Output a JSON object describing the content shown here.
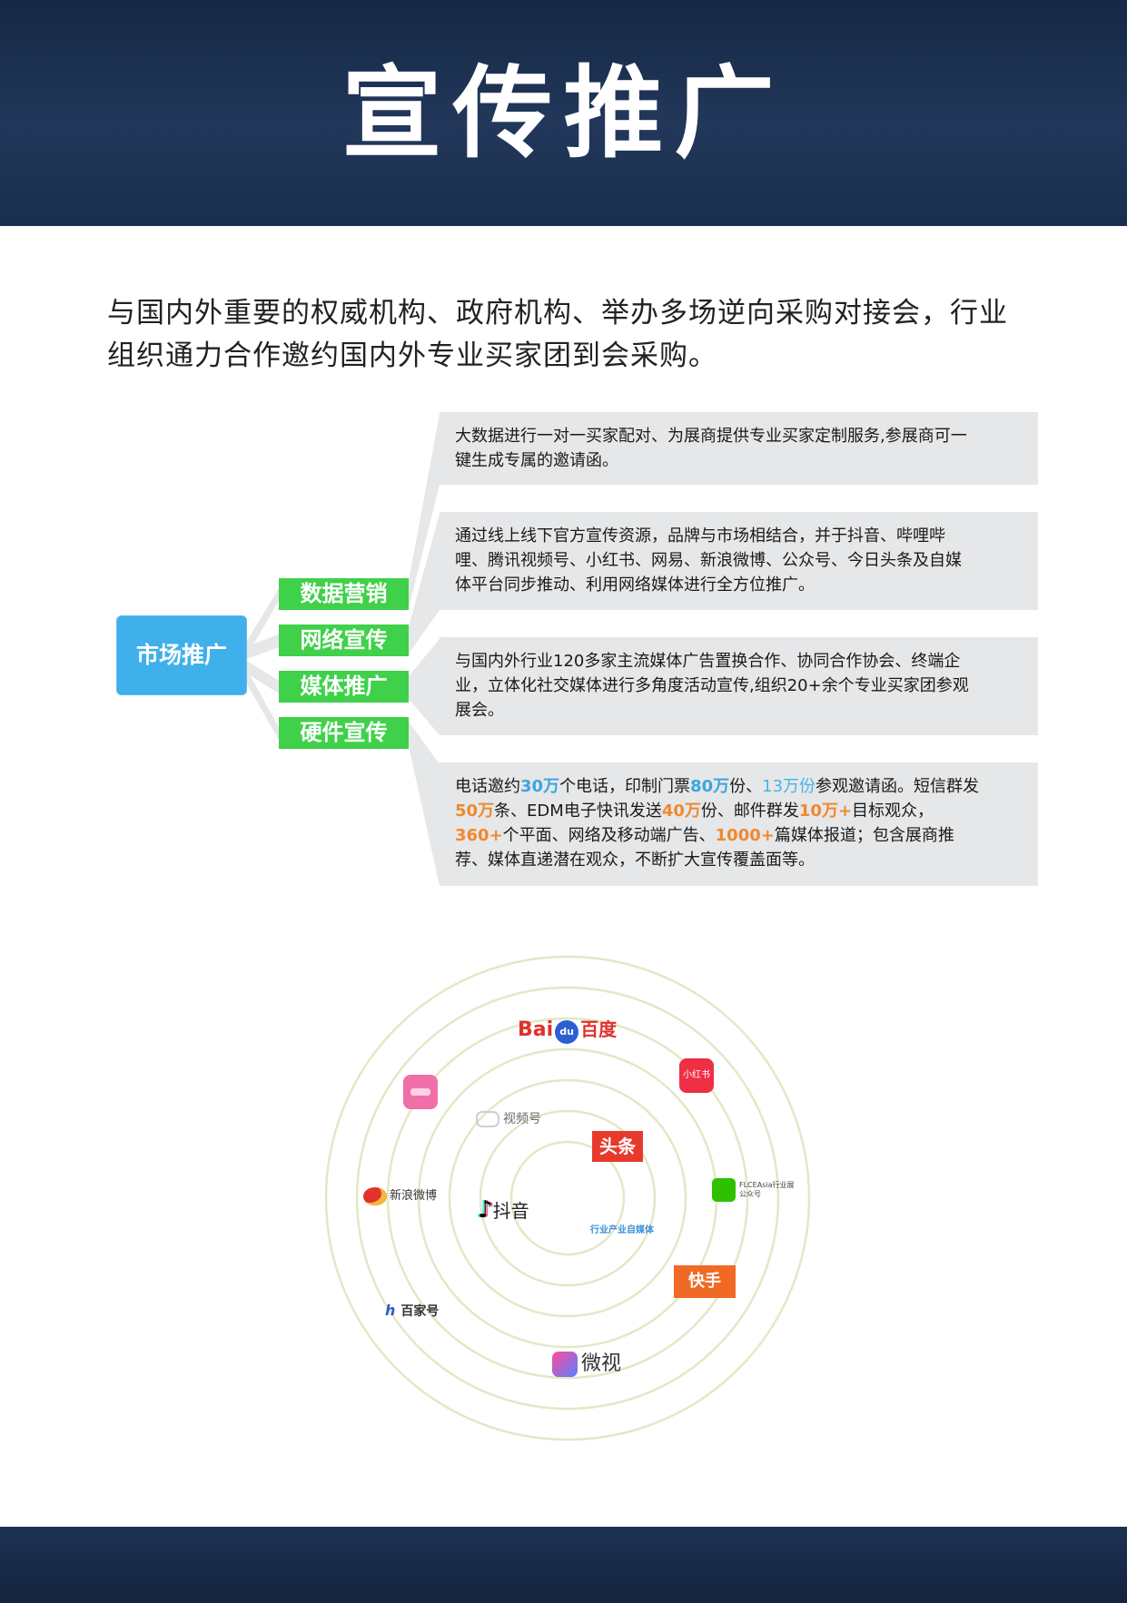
{
  "header": {
    "title": "宣传推广"
  },
  "intro": {
    "line1": "与国内外重要的权威机构、政府机构、举办多场逆向采购对接会，行业",
    "line2": "组织通力合作邀约国内外专业买家团到会采购。"
  },
  "mindmap": {
    "root": "市场推广",
    "tags": [
      "数据营销",
      "网络宣传",
      "媒体推广",
      "硬件宣传"
    ],
    "box1": {
      "line1": "大数据进行一对一买家配对、为展商提供专业买家定制服务,参展商可一",
      "line2": "键生成专属的邀请函。"
    },
    "box2": {
      "line1": "通过线上线下官方宣传资源，品牌与市场相结合，并于抖音、哔哩哔",
      "line2": "哩、腾讯视频号、小红书、网易、新浪微博、公众号、今日头条及自媒",
      "line3": "体平台同步推动、利用网络媒体进行全方位推广。"
    },
    "box3": {
      "line1": "与国内外行业120多家主流媒体广告置换合作、协同合作协会、终端企",
      "line2": "业，立体化社交媒体进行多角度活动宣传,组织20+余个专业买家团参观",
      "line3": "展会。"
    },
    "box4": {
      "l1_a": "电话邀约",
      "l1_b": "30万",
      "l1_c": "个电话，印制门票",
      "l1_d": "80万",
      "l1_e": "份、",
      "l1_f": "13万份",
      "l1_g": "参观邀请函。短信群发",
      "l2_a": "50万",
      "l2_b": "条、EDM电子快讯发送",
      "l2_c": "40万",
      "l2_d": "份、邮件群发",
      "l2_e": "10万",
      "l2_f": "+",
      "l2_g": "目标观众，",
      "l3_a": "360+",
      "l3_b": "个平面、网络及移动端广告、",
      "l3_c": "1000+",
      "l3_d": "篇媒体报道；包含展商推",
      "l4": "荐、媒体直递潜在观众，不断扩大宣传覆盖面等。"
    }
  },
  "media": {
    "baidu_latin": "Bai",
    "baidu_du": "du",
    "baidu_cn": "百度",
    "xiaohongshu": "小红书",
    "shipinhao": "视频号",
    "toutiao": "头条",
    "weibo": "新浪微博",
    "douyin": "抖音",
    "wechat_line1": "FLCEAsia行业展",
    "wechat_line2": "公众号",
    "zimeiti": "行业产业自媒体",
    "kuaishou": "快手",
    "baijiahao": "百家号",
    "weishi": "微视"
  },
  "colors": {
    "header_bg": "#1a2e4f",
    "root_node": "#3fb0ea",
    "tag_green": "#3fd14a",
    "box_bg": "#e6e7e8",
    "highlight_blue": "#3aa6de",
    "highlight_orange": "#f0882e",
    "ring": "#e3e8c6"
  },
  "icons": [
    "baidu-icon",
    "xiaohongshu-icon",
    "video-account-icon",
    "toutiao-icon",
    "weibo-icon",
    "douyin-icon",
    "wechat-icon",
    "kuaishou-icon",
    "baijiahao-icon",
    "weishi-icon"
  ]
}
